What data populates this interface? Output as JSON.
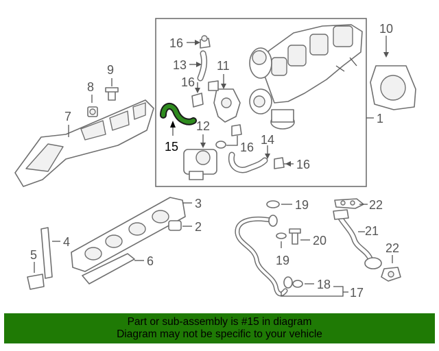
{
  "callouts": {
    "c1": "1",
    "c2": "2",
    "c3": "3",
    "c4": "4",
    "c5": "5",
    "c6": "6",
    "c7": "7",
    "c8": "8",
    "c9": "9",
    "c10": "10",
    "c11": "11",
    "c12": "12",
    "c13": "13",
    "c14": "14",
    "c15": "15",
    "c16a": "16",
    "c16b": "16",
    "c16c": "16",
    "c16d": "16",
    "c17": "17",
    "c18": "18",
    "c19a": "19",
    "c19b": "19",
    "c20": "20",
    "c21": "21",
    "c22a": "22",
    "c22b": "22"
  },
  "highlight": {
    "part": "15",
    "color": "#2e8b1e"
  },
  "banner": {
    "line1": "Part or sub-assembly is #15 in diagram",
    "line2": "Diagram may not be specific to your vehicle",
    "color": "#1f7a05"
  }
}
